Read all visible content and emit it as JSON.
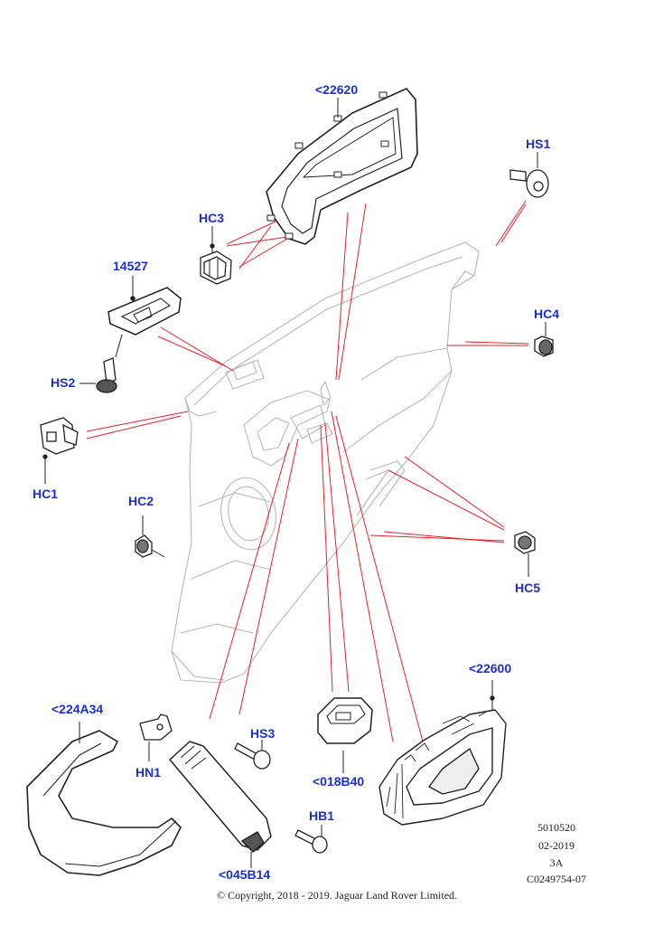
{
  "labels": {
    "p22620": "<22620",
    "hs1": "HS1",
    "hc3": "HC3",
    "p14527": "14527",
    "hc4": "HC4",
    "hs2": "HS2",
    "hc1": "HC1",
    "hc2": "HC2",
    "hc5": "HC5",
    "p22600": "<22600",
    "p224a34": "<224A34",
    "hs3": "HS3",
    "hn1": "HN1",
    "p018b40": "<018B40",
    "hb1": "HB1",
    "p045b14": "<045B14"
  },
  "footer": {
    "ref1": "5010520",
    "date": "02-2019",
    "rev": "3A",
    "code": "C0249754-07",
    "copyright": "© Copyright, 2018 - 2019. Jaguar Land Rover Limited."
  },
  "colors": {
    "label": "#1c2fd4",
    "leader": "#e8202a",
    "part_outline": "#222222",
    "door_outline": "#b8b8b8"
  }
}
